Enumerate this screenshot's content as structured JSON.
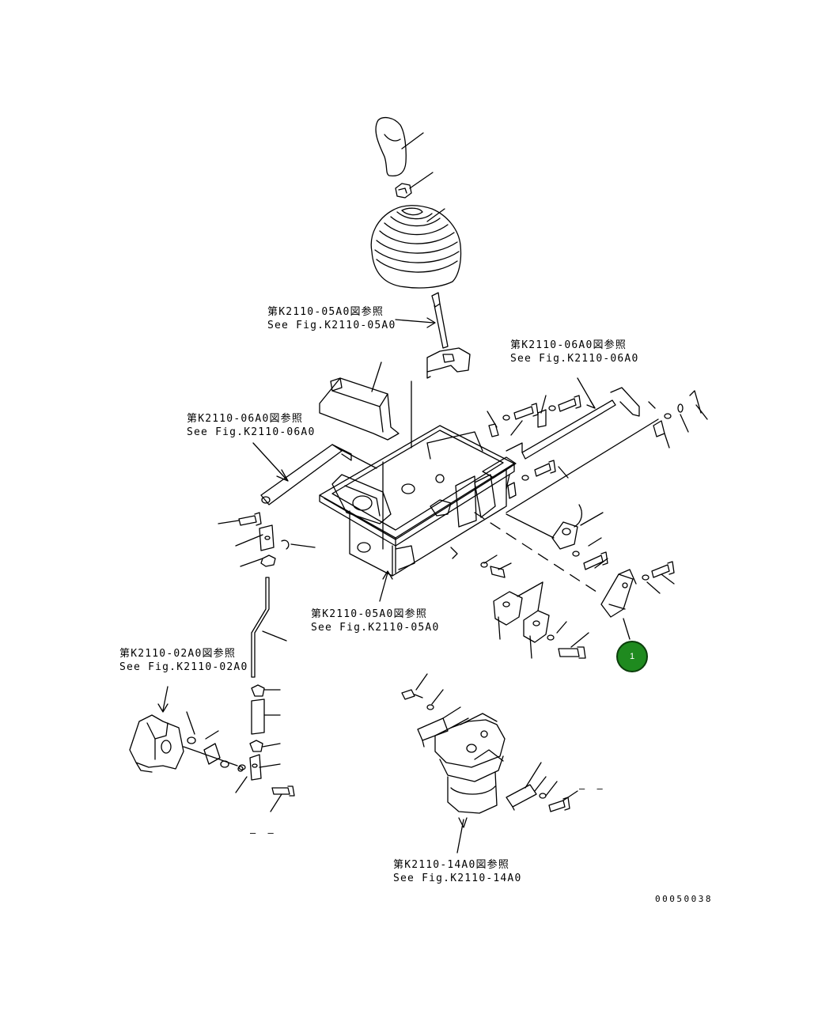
{
  "references": [
    {
      "id": "ref-05a0-top",
      "jp": "第K2110-05A0図参照",
      "en": "See Fig.K2110-05A0"
    },
    {
      "id": "ref-06a0-right",
      "jp": "第K2110-06A0図参照",
      "en": "See Fig.K2110-06A0"
    },
    {
      "id": "ref-06a0-left",
      "jp": "第K2110-06A0図参照",
      "en": "See Fig.K2110-06A0"
    },
    {
      "id": "ref-05a0-bottom",
      "jp": "第K2110-05A0図参照",
      "en": "See Fig.K2110-05A0"
    },
    {
      "id": "ref-02a0",
      "jp": "第K2110-02A0図参照",
      "en": "See Fig.K2110-02A0"
    },
    {
      "id": "ref-14a0",
      "jp": "第K2110-14A0図参照",
      "en": "See Fig.K2110-14A0"
    }
  ],
  "callout": {
    "label": "1",
    "color": "#1f8a1f"
  },
  "drawing_number": "00050038",
  "dashes": [
    "– –",
    "– –"
  ]
}
